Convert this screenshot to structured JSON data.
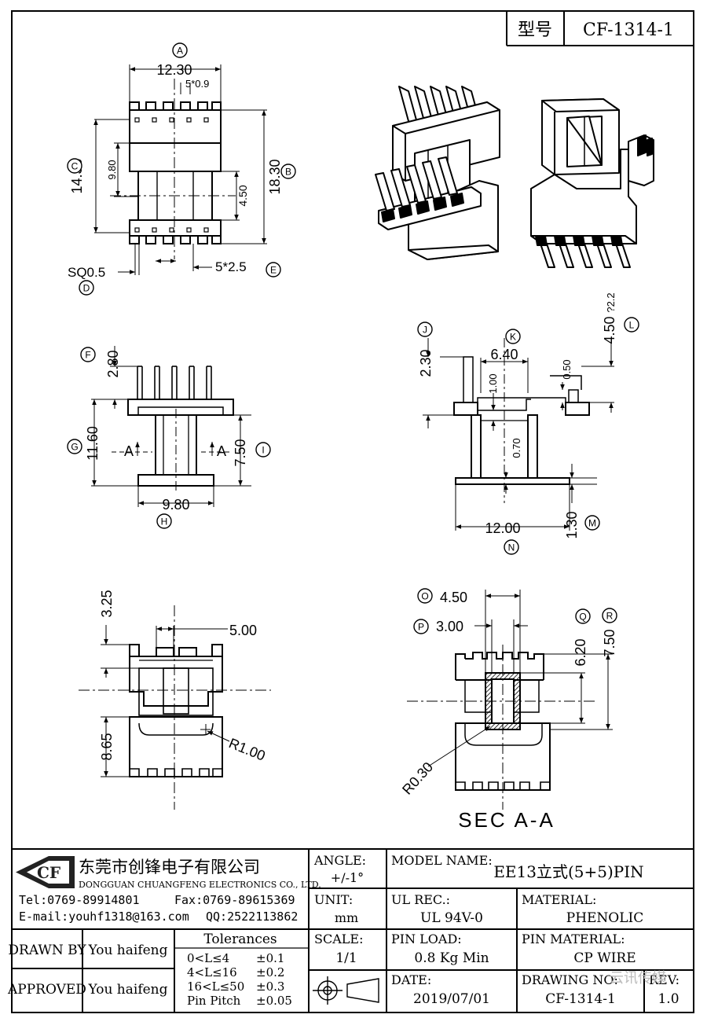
{
  "header": {
    "model_label": "型号",
    "model_value": "CF-1314-1"
  },
  "views": {
    "top": {
      "A": "12.30",
      "pins": "5*0.9",
      "C": "14.30",
      "inner_h": "9.80",
      "B": "18.30",
      "core": "4.50",
      "D": "SQ0.5",
      "E": "5*2.5"
    },
    "front": {
      "F": "2.80",
      "G": "11.60",
      "I": "7.50",
      "H": "9.80",
      "sec_mark": "A"
    },
    "side": {
      "J": "2.30",
      "K": "6.40",
      "L": "4.50",
      "L_tol": "?2.2",
      "v100": "1.00",
      "v050": "0.50",
      "v070": "0.70",
      "N": "12.00",
      "M": "1.30"
    },
    "bottom": {
      "top": "3.25",
      "slot": "5.00",
      "lower": "8.65",
      "radius": "R1.00"
    },
    "section": {
      "O": "4.50",
      "P": "3.00",
      "Q": "6.20",
      "R": "7.50",
      "radius": "R0.30",
      "title": "SEC A-A"
    }
  },
  "markers": [
    "A",
    "B",
    "C",
    "D",
    "E",
    "F",
    "G",
    "H",
    "I",
    "J",
    "K",
    "L",
    "M",
    "N",
    "O",
    "P",
    "Q",
    "R"
  ],
  "title_block": {
    "logo_text": "CF",
    "company_cn": "东莞市创锋电子有限公司",
    "company_en": "DONGGUAN CHUANGFENG ELECTRONICS CO., LTD.",
    "tel": "Tel:0769-89914801",
    "fax": "Fax:0769-89615369",
    "email": "E-mail:youhf1318@163.com",
    "qq": "QQ:2522113862",
    "angle_label": "ANGLE:",
    "angle_value": "+/-1°",
    "model_name_label": "MODEL NAME:",
    "model_name_value": "EE13立式(5+5)PIN",
    "unit_label": "UNIT:",
    "unit_value": "mm",
    "ul_label": "UL REC.:",
    "ul_value": "UL 94V-0",
    "material_label": "MATERIAL:",
    "material_value": "PHENOLIC",
    "drawn_by_label": "DRAWN BY",
    "drawn_by_value": "You haifeng",
    "approved_label": "APPROVED",
    "approved_value": "You haifeng",
    "tolerances_label": "Tolerances",
    "tolerances": [
      {
        "range": "0<L≤4",
        "tol": "±0.1"
      },
      {
        "range": "4<L≤16",
        "tol": "±0.2"
      },
      {
        "range": "16<L≤50",
        "tol": "±0.3"
      },
      {
        "range": "Pin Pitch",
        "tol": "±0.05"
      }
    ],
    "scale_label": "SCALE:",
    "scale_value": "1/1",
    "pin_load_label": "PIN LOAD:",
    "pin_load_value": "0.8 Kg Min",
    "pin_material_label": "PIN MATERIAL:",
    "pin_material_value": "CP WIRE",
    "date_label": "DATE:",
    "date_value": "2019/07/01",
    "drawing_no_label": "DRAWING NO:",
    "drawing_no_value": "CF-1314-1",
    "rev_label": "REV:",
    "rev_value": "1.0",
    "watermark": "云讯传媒"
  }
}
